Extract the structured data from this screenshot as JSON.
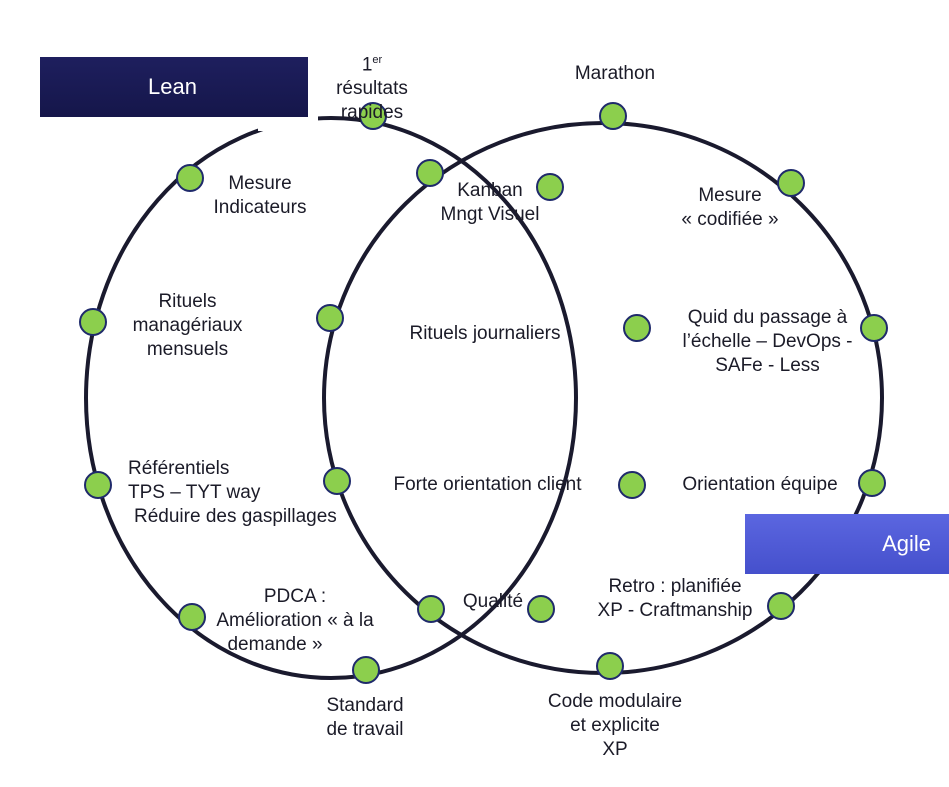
{
  "titles": {
    "lean": "Lean",
    "agile": "Agile"
  },
  "colors": {
    "ring": "#1a1a2e",
    "node_fill": "#8ccf4d",
    "node_stroke": "#1f2a6b",
    "lean_box": "#18194f",
    "agile_box": "#505bd6"
  },
  "labels": {
    "first_results_main": "1",
    "first_results_sup": "er",
    "first_results_l2": "résultats",
    "first_results_l3": "rapides",
    "marathon": "Marathon",
    "mesure_l1": "Mesure",
    "mesure_l2": "Indicateurs",
    "kanban_l1": "Kanban",
    "kanban_l2": "Mngt Visuel",
    "mesure_codifiee_l1": "Mesure",
    "mesure_codifiee_l2": "« codifiée »",
    "rituels_mensuels_l1": "Rituels",
    "rituels_mensuels_l2": "managériaux",
    "rituels_mensuels_l3": "mensuels",
    "rituels_journaliers": "Rituels  journaliers",
    "quid_l1": "Quid du passage à",
    "quid_l2": "l’échelle – DevOps -",
    "quid_l3": "SAFe - Less",
    "referentiels_l1": "Référentiels",
    "referentiels_l2": "TPS – TYT way",
    "referentiels_l3": "Réduire des gaspillages",
    "forte_orientation": "Forte orientation client",
    "orientation_equipe": "Orientation équipe",
    "pdca_l1": "PDCA :",
    "pdca_l2": "Amélioration « à la",
    "pdca_l3": "demande »",
    "qualite": "Qualité",
    "retro_l1": "Retro : planifiée",
    "retro_l2": "XP - Craftmanship",
    "standard_l1": "Standard",
    "standard_l2": "de travail",
    "code_l1": "Code modulaire",
    "code_l2": "et explicite",
    "code_l3": "XP"
  }
}
